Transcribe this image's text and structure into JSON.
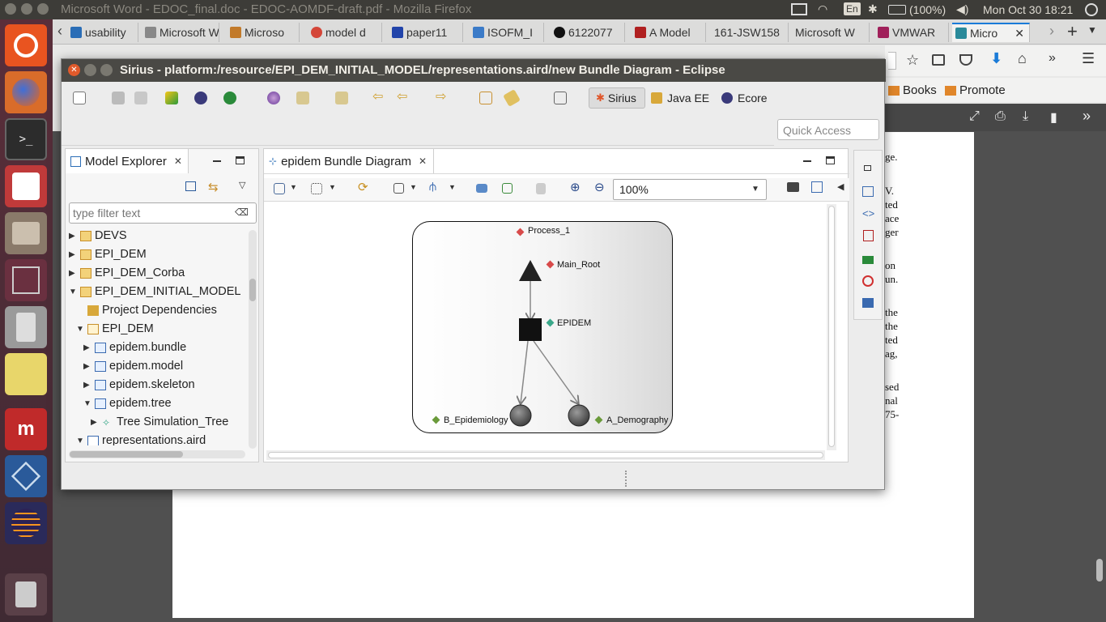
{
  "topbar": {
    "window_title": "Microsoft Word - EDOC_final.doc - EDOC-AOMDF-draft.pdf - Mozilla Firefox",
    "keyboard": "En",
    "battery": "(100%)",
    "clock": "Mon Oct 30 18:21"
  },
  "firefox": {
    "tabs": [
      {
        "label": "usability",
        "favicon": "#2a6db6"
      },
      {
        "label": "Microsoft W",
        "favicon": "#888888"
      },
      {
        "label": "Microso",
        "favicon": "#c27a2a"
      },
      {
        "label": "model d",
        "favicon": "#d44638"
      },
      {
        "label": "paper11",
        "favicon": "#2244aa"
      },
      {
        "label": "ISOFM_I",
        "favicon": "#3b7bc8"
      },
      {
        "label": "6122077",
        "favicon": "#111111"
      },
      {
        "label": "A Model",
        "favicon": "#b02020"
      },
      {
        "label": "161-JSW158",
        "favicon": "#cccccc"
      },
      {
        "label": "Microsoft W",
        "favicon": "#cccccc"
      },
      {
        "label": "VMWAR",
        "favicon": "#a0205a"
      },
      {
        "label": "Micro",
        "favicon": "#2a8a9a"
      }
    ],
    "bookmarks": [
      "Books",
      "Promote"
    ],
    "pdf_right_text": [
      "ge.",
      "V.",
      "ted",
      "ace",
      "ger",
      "on",
      "un.",
      "the",
      "the",
      "ted",
      "ag,",
      "sed",
      "nal",
      "75-"
    ]
  },
  "eclipse": {
    "title": "Sirius - platform:/resource/EPI_DEM_INITIAL_MODEL/representations.aird/new Bundle Diagram - Eclipse",
    "perspectives": [
      "Sirius",
      "Java EE",
      "Ecore"
    ],
    "quick_access_placeholder": "Quick Access",
    "model_explorer": {
      "title": "Model Explorer",
      "filter_placeholder": "type filter text",
      "tree": [
        {
          "label": "DEVS",
          "indent": 0,
          "arrow": "right",
          "icon": "project"
        },
        {
          "label": "EPI_DEM",
          "indent": 0,
          "arrow": "right",
          "icon": "project"
        },
        {
          "label": "EPI_DEM_Corba",
          "indent": 0,
          "arrow": "right",
          "icon": "project"
        },
        {
          "label": "EPI_DEM_INITIAL_MODEL",
          "indent": 0,
          "arrow": "down",
          "icon": "project"
        },
        {
          "label": "Project Dependencies",
          "indent": 1,
          "arrow": "none",
          "icon": "deps"
        },
        {
          "label": "EPI_DEM",
          "indent": 1,
          "arrow": "down",
          "icon": "folder"
        },
        {
          "label": "epidem.bundle",
          "indent": 2,
          "arrow": "right",
          "icon": "model"
        },
        {
          "label": "epidem.model",
          "indent": 2,
          "arrow": "right",
          "icon": "model"
        },
        {
          "label": "epidem.skeleton",
          "indent": 2,
          "arrow": "right",
          "icon": "model"
        },
        {
          "label": "epidem.tree",
          "indent": 2,
          "arrow": "down",
          "icon": "model"
        },
        {
          "label": "Tree Simulation_Tree",
          "indent": 3,
          "arrow": "right",
          "icon": "element"
        },
        {
          "label": "representations.aird",
          "indent": 1,
          "arrow": "down",
          "icon": "aird"
        }
      ]
    },
    "editor": {
      "tab_title": "epidem Bundle Diagram",
      "zoom": "100%",
      "diagram": {
        "container_label": "Process_1",
        "nodes": [
          {
            "label": "Main_Root",
            "shape": "triangle"
          },
          {
            "label": "EPIDEM",
            "shape": "square"
          },
          {
            "label": "B_Epidemiology",
            "shape": "circle"
          },
          {
            "label": "A_Demography",
            "shape": "circle"
          }
        ]
      }
    }
  }
}
